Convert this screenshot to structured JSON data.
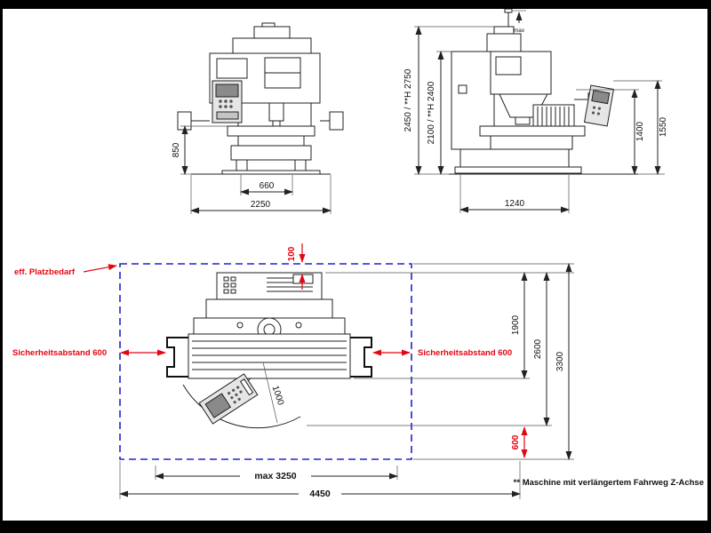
{
  "colors": {
    "drawing_line": "#222222",
    "dimension_red": "#e30613",
    "platzbedarf_blue": "#2323cc"
  },
  "front_view": {
    "dim_850": "850",
    "dim_660": "660",
    "dim_2250": "2250"
  },
  "side_view": {
    "dim_height_total": "2450 / **H 2750",
    "dim_height_column": "2100 / **H 2400",
    "label_max": "max",
    "dim_1400": "1400",
    "dim_1550": "1550",
    "dim_1240": "1240"
  },
  "plan_view": {
    "label_platzbedarf": "eff. Platzbedarf",
    "label_safety_left": "Sicherheitsabstand 600",
    "label_safety_right": "Sicherheitsabstand 600",
    "dim_100": "100",
    "dim_1900": "1900",
    "dim_2600": "2600",
    "dim_3300": "3300",
    "dim_600": "600",
    "dim_swing_radius": "1000",
    "dim_max_3250": "max 3250",
    "dim_4450": "4450"
  },
  "footnote": "** Maschine mit verlängertem Fahrweg Z-Achse"
}
